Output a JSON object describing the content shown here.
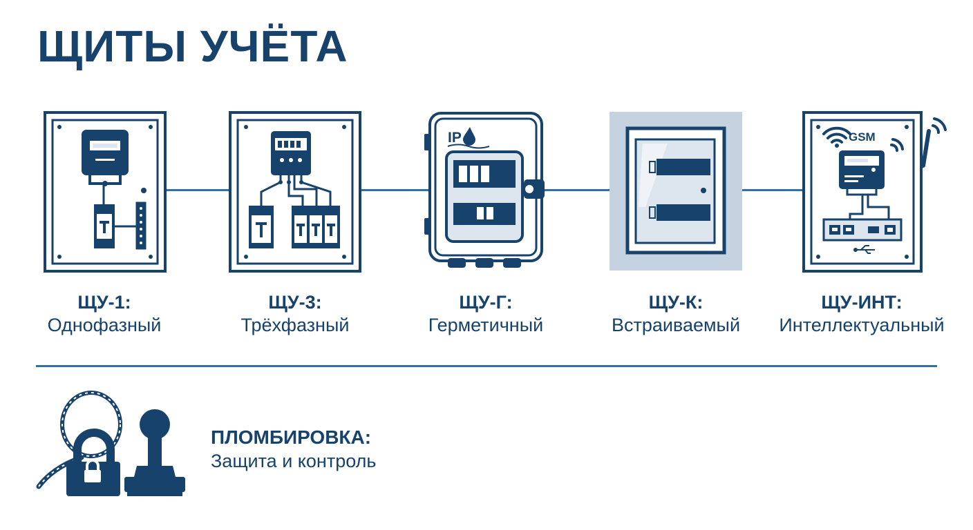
{
  "colors": {
    "primary": "#17426b",
    "accent": "#2f6fa6",
    "light_fill": "#c5d2e0",
    "inner_fill": "#dde6ef"
  },
  "title": "ЩИТЫ УЧЁТА",
  "panels": [
    {
      "code": "ЩУ-1:",
      "description": "Однофазный",
      "icon": "single-phase-meter-panel-icon"
    },
    {
      "code": "ЩУ-3:",
      "description": "Трёхфазный",
      "icon": "three-phase-meter-panel-icon"
    },
    {
      "code": "ЩУ-Г:",
      "description": "Герметичный",
      "icon": "sealed-ip-enclosure-icon",
      "badge": "IP"
    },
    {
      "code": "ЩУ-К:",
      "description": "Встраиваемый",
      "icon": "recessed-panel-icon"
    },
    {
      "code": "ЩУ-ИНТ:",
      "description": "Интеллектуальный",
      "icon": "smart-gsm-panel-icon",
      "badge": "GSM"
    }
  ],
  "sealing": {
    "code": "ПЛОМБИРОВКА:",
    "description": "Защита и контроль",
    "icons": [
      "padlock-seal-icon",
      "stamp-icon"
    ]
  }
}
